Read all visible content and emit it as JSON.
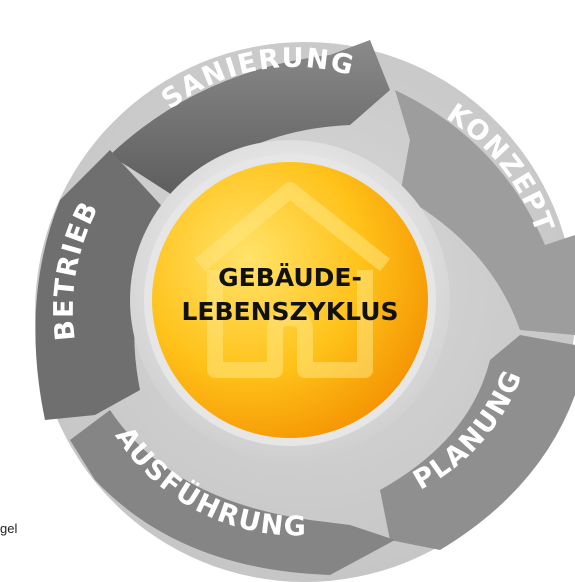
{
  "center": {
    "line1": "GEBÄUDE-",
    "line2": "LEBENSZYKLUS",
    "icon": "house-icon"
  },
  "segments": [
    {
      "id": "sanierung",
      "label": "SANIERUNG"
    },
    {
      "id": "konzept",
      "label": "KONZEPT"
    },
    {
      "id": "planung",
      "label": "PLANUNG"
    },
    {
      "id": "ausfuehrung",
      "label": "AUSFÜHRUNG"
    },
    {
      "id": "betrieb",
      "label": "BETRIEB"
    }
  ],
  "corner_text": "gel",
  "colors": {
    "center_light": "#ffd62e",
    "center_dark": "#f49a00",
    "ring_light": "#bcbcbc",
    "ring_dark": "#6e6e6e",
    "segment_text": "#ffffff",
    "center_text": "#111111"
  }
}
